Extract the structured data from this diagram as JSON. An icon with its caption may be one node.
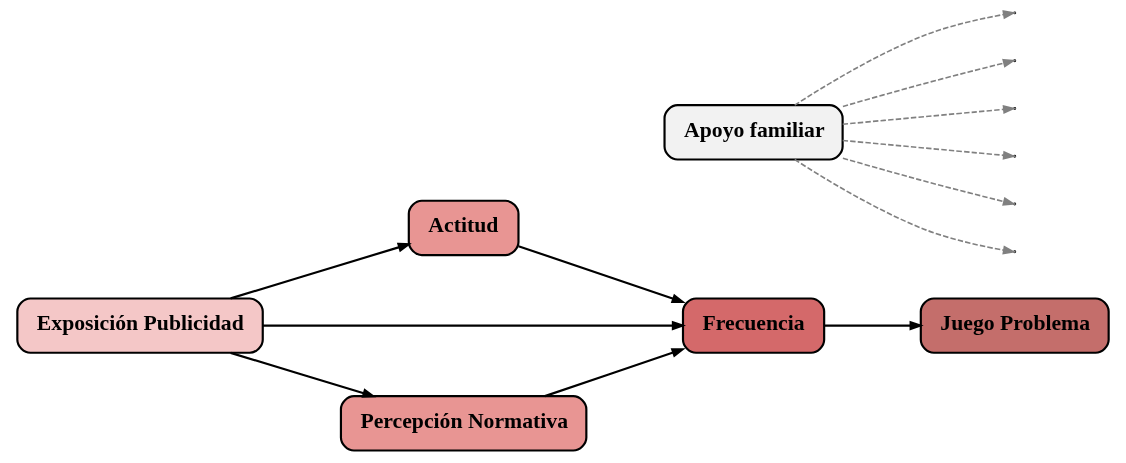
{
  "diagram": {
    "nodes": [
      {
        "text": [
          "Exposición Publicidad"
        ]
      },
      {
        "text": [
          "Actitud"
        ]
      },
      {
        "text": [
          "Apoyo familiar"
        ]
      },
      {
        "text": [
          "Frecuencia"
        ]
      },
      {
        "text": [
          "Juego Problema"
        ]
      },
      {
        "text": [
          "Percepción Normativa"
        ]
      }
    ],
    "edges": [
      {
        "from": 0,
        "to": 1,
        "arrow": "to"
      },
      {
        "from": 0,
        "to": 3,
        "arrow": "to"
      },
      {
        "from": 0,
        "to": 5,
        "arrow": "to"
      },
      {
        "from": 1,
        "to": 3,
        "arrow": "to"
      },
      {
        "from": 5,
        "to": 3,
        "arrow": "to"
      },
      {
        "from": 3,
        "to": 4,
        "arrow": "to"
      },
      {
        "from": 2,
        "to": null,
        "arrow": "to",
        "style": "dashed",
        "color": "#808080"
      },
      {
        "from": 2,
        "to": null,
        "arrow": "to",
        "style": "dashed",
        "color": "#808080"
      },
      {
        "from": 2,
        "to": null,
        "arrow": "to",
        "style": "dashed",
        "color": "#808080"
      },
      {
        "from": 2,
        "to": null,
        "arrow": "to",
        "style": "dashed",
        "color": "#808080"
      },
      {
        "from": 2,
        "to": null,
        "arrow": "to",
        "style": "dashed",
        "color": "#808080"
      },
      {
        "from": 2,
        "to": null,
        "arrow": "to",
        "style": "dashed",
        "color": "#808080"
      }
    ]
  }
}
